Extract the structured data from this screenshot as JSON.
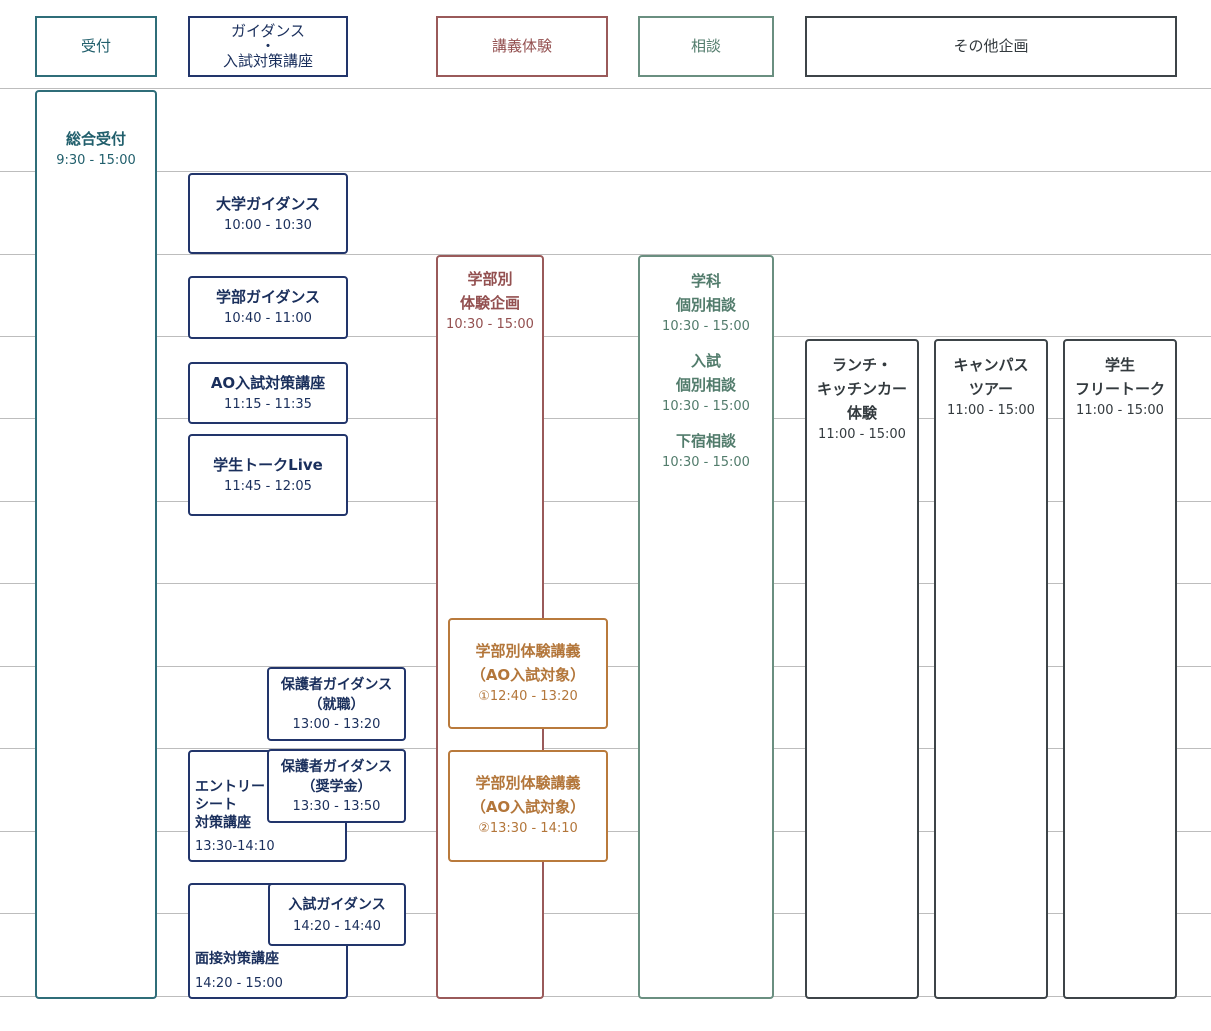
{
  "headers": {
    "reception": "受付",
    "guidance": [
      "ガイダンス",
      "・",
      "入試対策講座"
    ],
    "lecture": "講義体験",
    "consult": "相談",
    "other": "その他企画"
  },
  "reception": {
    "title": "総合受付",
    "time": "9:30 - 15:00"
  },
  "guidance": {
    "univ": {
      "title": "大学ガイダンス",
      "time": "10:00 - 10:30"
    },
    "faculty": {
      "title": "学部ガイダンス",
      "time": "10:40 - 11:00"
    },
    "ao": {
      "title": "AO入試対策講座",
      "time": "11:15 - 11:35"
    },
    "talk": {
      "title": "学生トークLive",
      "time": "11:45 - 12:05"
    },
    "parent_job": {
      "title": "保護者ガイダンス\n（就職）",
      "time": "13:00 - 13:20"
    },
    "entry": {
      "title": "エントリー\nシート\n対策講座",
      "time": "13:30-14:10"
    },
    "parent_scholar": {
      "title": "保護者ガイダンス\n（奨学金）",
      "time": "13:30 - 13:50"
    },
    "interview": {
      "title": "面接対策講座",
      "time": "14:20 - 15:00"
    },
    "exam": {
      "title": "入試ガイダンス",
      "time": "14:20 - 14:40"
    }
  },
  "lecture": {
    "faculty": {
      "title": "学部別\n体験企画",
      "time": "10:30 - 15:00"
    },
    "ao1": {
      "title": "学部別体験講義\n（AO入試対象）",
      "time": "①12:40 - 13:20"
    },
    "ao2": {
      "title": "学部別体験講義\n（AO入試対象）",
      "time": "②13:30 - 14:10"
    }
  },
  "consult": {
    "dept": {
      "title": "学科\n個別相談",
      "time": "10:30 - 15:00"
    },
    "exam": {
      "title": "入試\n個別相談",
      "time": "10:30 - 15:00"
    },
    "lodging": {
      "title": "下宿相談",
      "time": "10:30 - 15:00"
    }
  },
  "other": {
    "lunch": {
      "title": "ランチ・\nキッチンカー\n体験",
      "time": "11:00 - 15:00"
    },
    "tour": {
      "title": "キャンパス\nツアー",
      "time": "11:00 - 15:00"
    },
    "freetalk": {
      "title": "学生\nフリートーク",
      "time": "11:00 - 15:00"
    }
  }
}
